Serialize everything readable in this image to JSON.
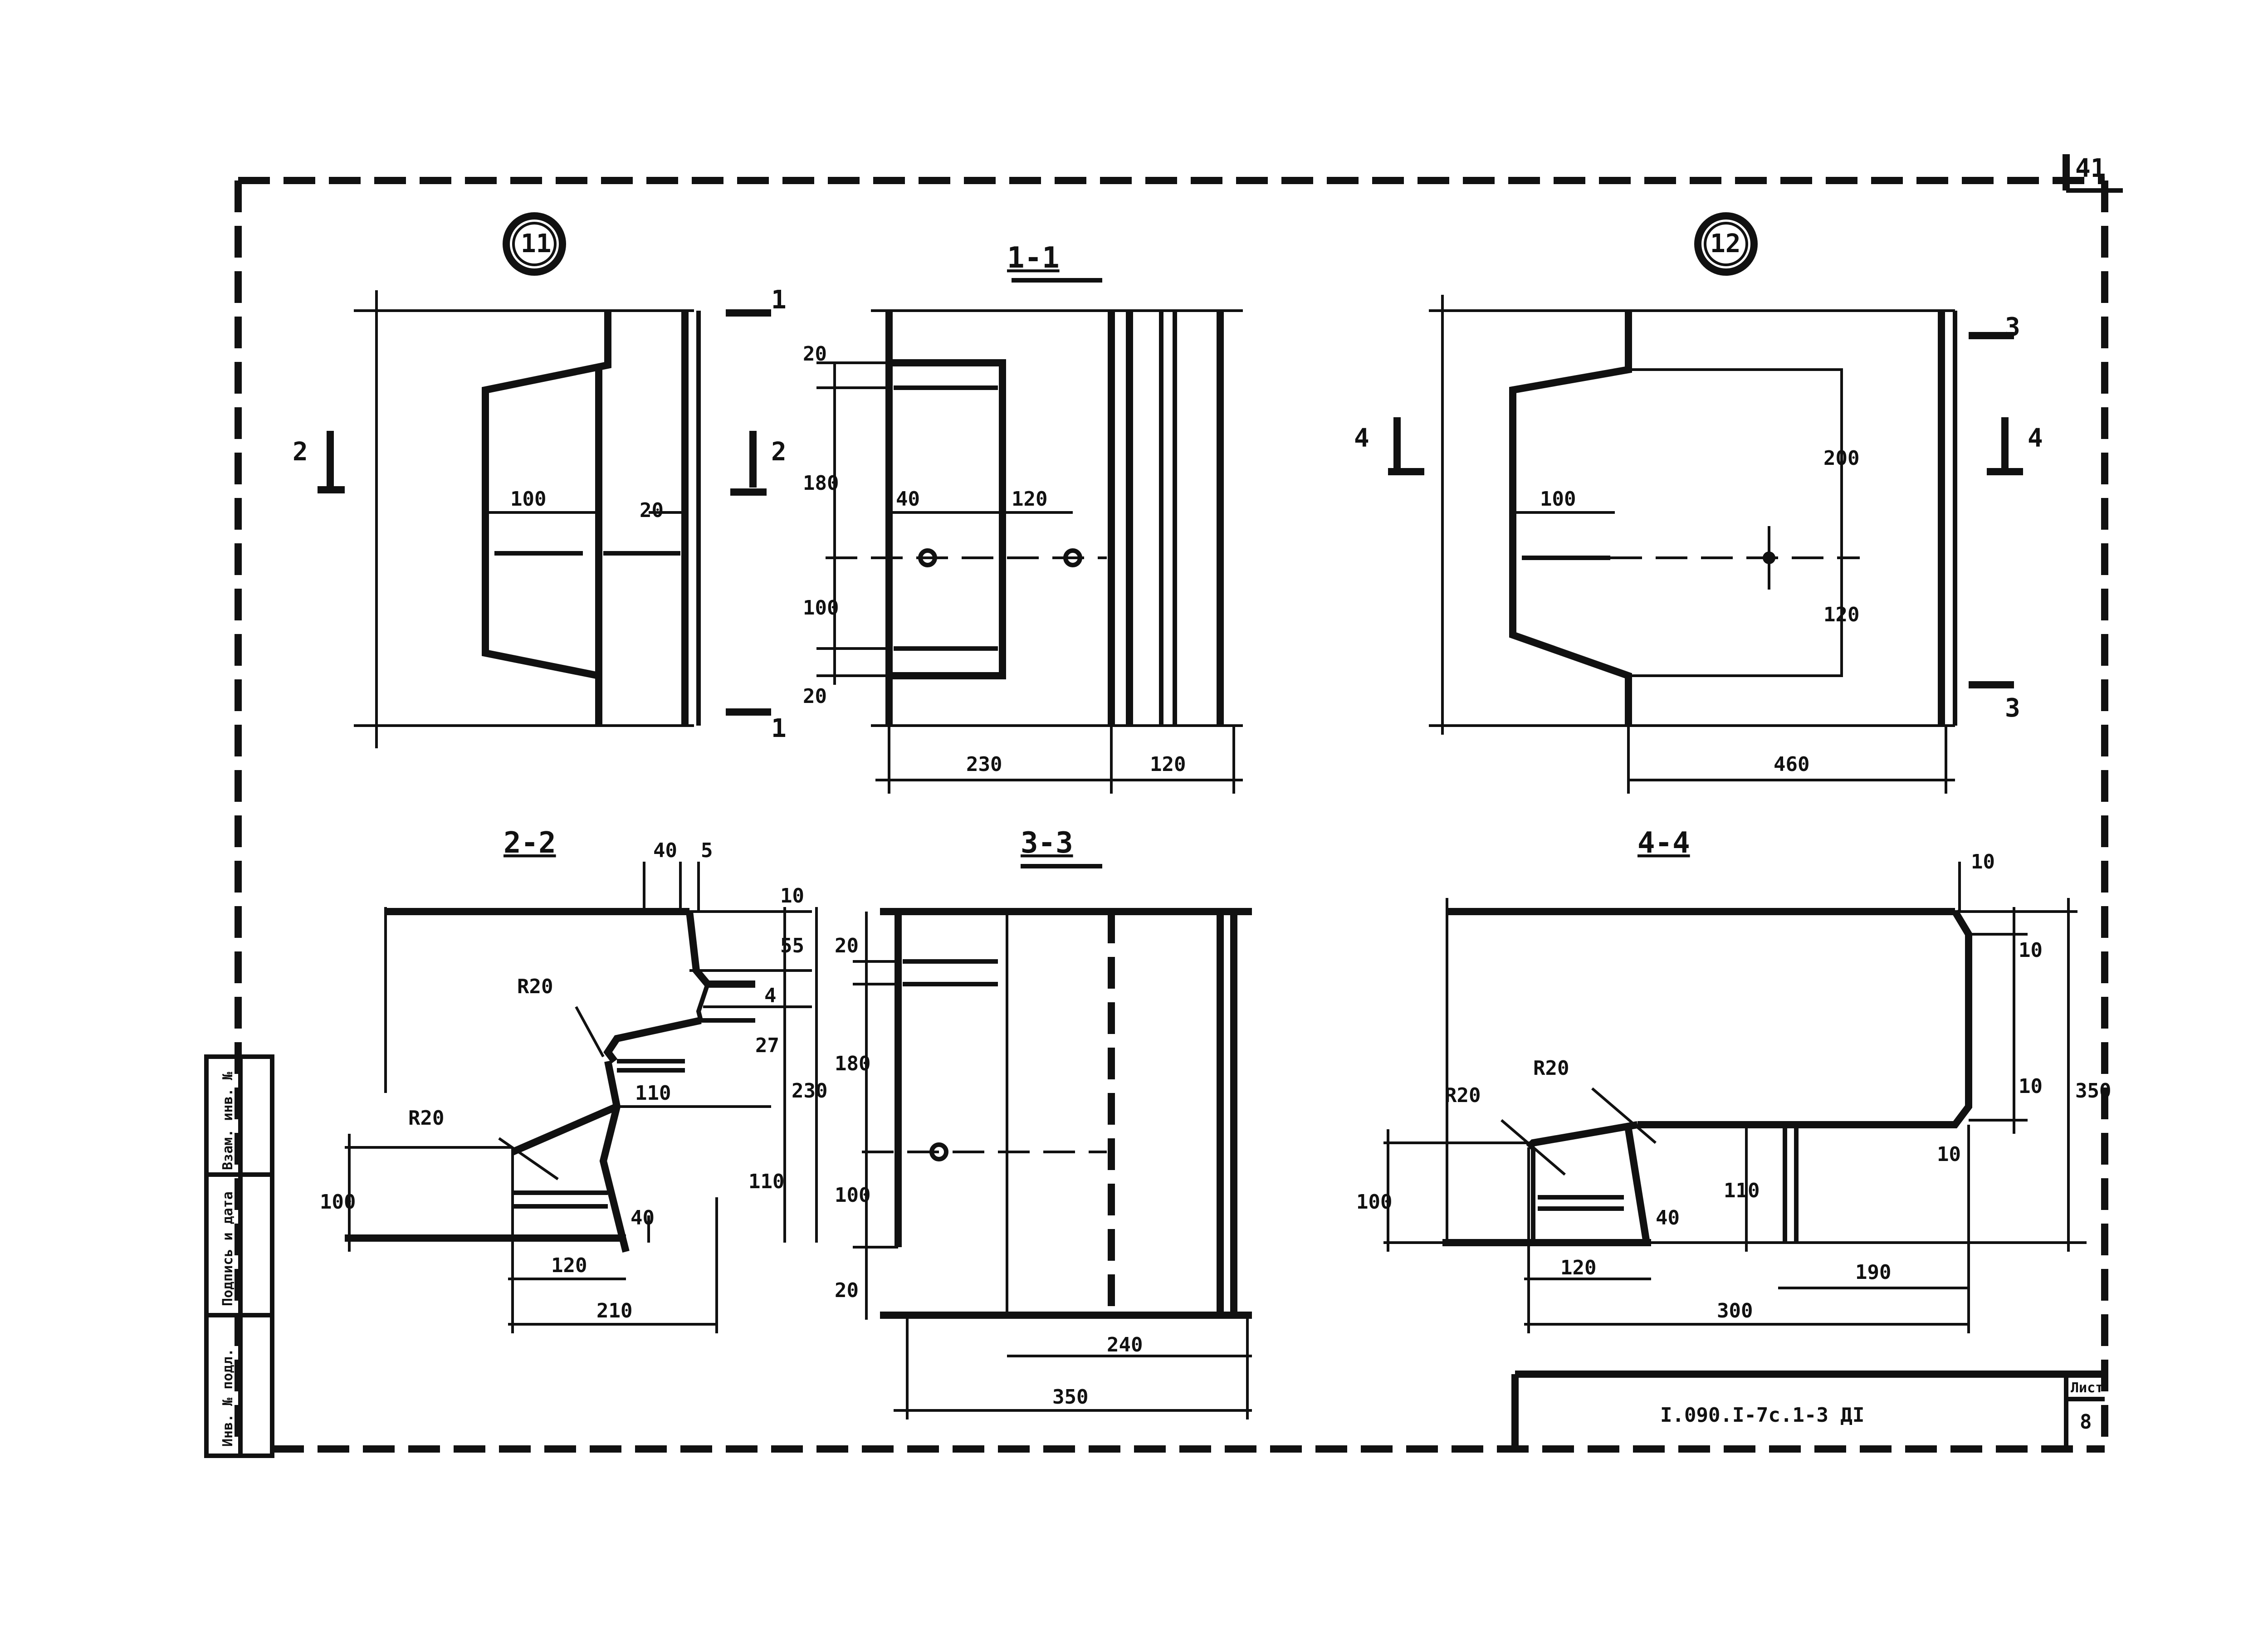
{
  "sheet_number_top": "41",
  "views": {
    "node11": {
      "marker": "11"
    },
    "node12": {
      "marker": "12"
    },
    "sec11": {
      "title": "1-1"
    },
    "sec22": {
      "title": "2-2"
    },
    "sec33": {
      "title": "3-3"
    },
    "sec44": {
      "title": "4-4"
    }
  },
  "cut_marks": {
    "one": "1",
    "two": "2",
    "three": "3",
    "four": "4"
  },
  "dims": {
    "n11_100": "100",
    "n11_20": "20",
    "s11_20a": "20",
    "s11_180": "180",
    "s11_100": "100",
    "s11_20b": "20",
    "s11_40": "40",
    "s11_120top": "120",
    "s11_230": "230",
    "s11_120": "120",
    "n12_100": "100",
    "n12_200": "200",
    "n12_120": "120",
    "n12_460": "460",
    "s22_40": "40",
    "s22_5": "5",
    "s22_10": "10",
    "s22_55": "55",
    "s22_4": "4",
    "s22_27": "27",
    "s22_230": "230",
    "s22_110v": "110",
    "s22_110h": "110",
    "s22_100": "100",
    "s22_40b": "40",
    "s22_120": "120",
    "s22_210": "210",
    "s22_r20a": "R20",
    "s22_r20b": "R20",
    "s33_20a": "20",
    "s33_180": "180",
    "s33_100": "100",
    "s33_20b": "20",
    "s33_240": "240",
    "s33_350": "350",
    "s44_10a": "10",
    "s44_10b": "10",
    "s44_10c": "10",
    "s44_10d": "10",
    "s44_350": "350",
    "s44_r20a": "R20",
    "s44_r20b": "R20",
    "s44_100": "100",
    "s44_40": "40",
    "s44_110": "110",
    "s44_120": "120",
    "s44_190": "190",
    "s44_300": "300"
  },
  "stamp": {
    "side_labels": [
      "Взам. инв. №",
      "Подпись и дата",
      "Инв. № подл."
    ],
    "document_code": "I.090.I-7с.1-3 ДI",
    "sheet_label": "Лист",
    "sheet_value": "8"
  }
}
